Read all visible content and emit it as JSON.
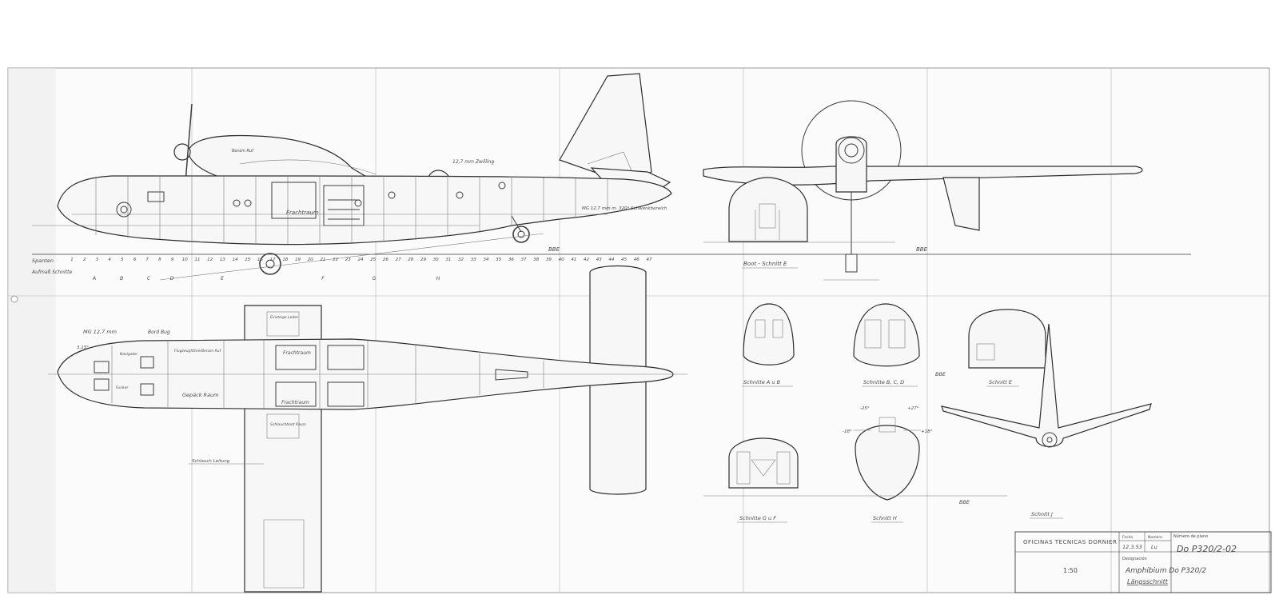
{
  "drawing": {
    "company": "OFICINAS TECNICAS DORNIER",
    "date_label": "Fecha",
    "date_value": "12.3.53",
    "name_label": "Nombre",
    "name_value": "Lu",
    "number_label": "Número de plano",
    "number_value": "Do P320/2-02",
    "designation_label": "Designación",
    "designation_title": "Amphibium Do P320/2",
    "designation_sub": "Längsschnitt",
    "scale": "1:50"
  },
  "side_view": {
    "frame_label": "Spanten",
    "frame_numbers": [
      "1",
      "2",
      "3",
      "4",
      "5",
      "6",
      "7",
      "8",
      "9",
      "10",
      "11",
      "12",
      "13",
      "14",
      "15",
      "16",
      "17",
      "18",
      "19",
      "20",
      "21",
      "22",
      "23",
      "24",
      "25",
      "26",
      "27",
      "28",
      "29",
      "30",
      "31",
      "32",
      "33",
      "34",
      "35",
      "36",
      "37",
      "38",
      "39",
      "40",
      "41",
      "42",
      "43",
      "44",
      "45",
      "46",
      "47"
    ],
    "step_label": "Aufmaß Schnitte",
    "step_letters": [
      "A",
      "B",
      "C",
      "D",
      "E",
      "F",
      "G",
      "H"
    ],
    "cargo_label": "Frachtraum",
    "turret_label": "12,7 mm Zwilling",
    "tail_gun_label": "MG 12,7 mm m. 320° Schwenkbereich",
    "bbe": "BBE",
    "wing_label": "Benzin Ruf"
  },
  "top_view": {
    "mg_label": "MG 12,7 mm",
    "bow_label": "Bord Bug",
    "angle_label": "3,15°",
    "cargo_label": "Frachtraum",
    "cargo_label_lower": "Frachtraum",
    "galley_label": "Gepäck Raum",
    "crew_labels": [
      "Navigator",
      "Funker",
      "Flugzeugführer",
      "Benzin Ruf"
    ],
    "ramp_label": "Schlauch Leitung",
    "hatch_top": "Einsteige Leiter",
    "hatch_bottom": "Schlauchboot Raum"
  },
  "front_view": {
    "section_label": "Boot - Schnitt E",
    "bbe": "BBE"
  },
  "sections": {
    "a_b": "Schnitte A u B",
    "b_c_d": "Schnitte B, C, D",
    "e": "Schnitt E",
    "g_f": "Schnitte G u F",
    "h": "Schnitt H",
    "j": "Schnitt J",
    "angles": [
      "-25°",
      "+27°",
      "-18°",
      "+18°"
    ],
    "bbe": "BBE"
  }
}
